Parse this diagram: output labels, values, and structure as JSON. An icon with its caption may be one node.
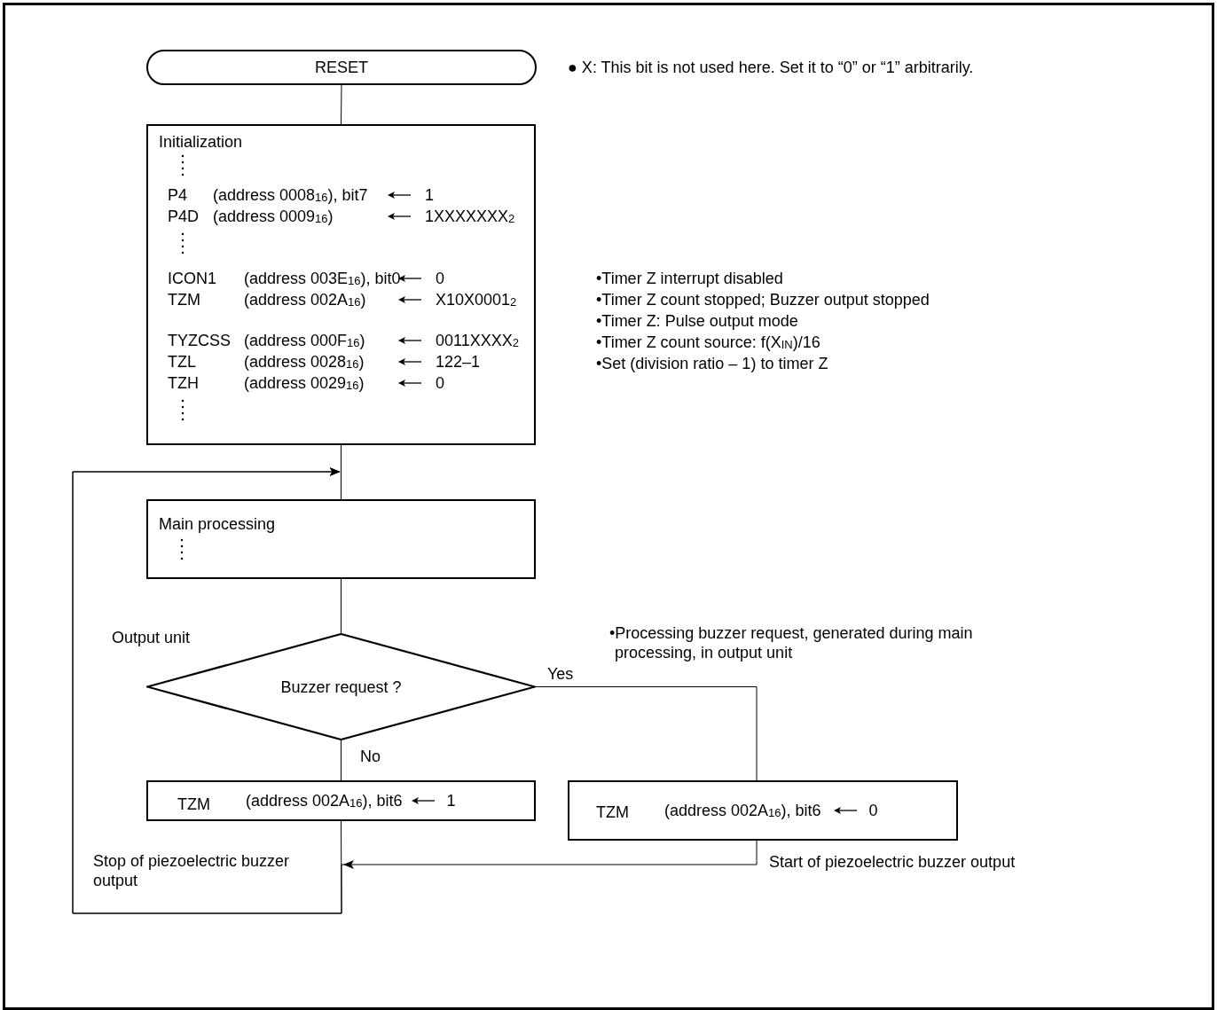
{
  "diagram": {
    "nodes": [
      {
        "text": [
          "RESET"
        ]
      },
      {
        "text": [
          "Initialization",
          "P4",
          "(address 0008$_{16}$), bit7",
          "1",
          "P4D",
          "(address 0009$_{16}$)",
          "1XXXXXXX$_{2}$",
          "ICON1",
          "(address 003E$_{16}$), bit0",
          "0",
          "TZM",
          "(address 002A$_{16}$)",
          "X10X0001$_{2}$",
          "TYZCSS",
          "(address 000F$_{16}$)",
          "0011XXXX$_{2}$",
          "TZL",
          "(address 0028$_{16}$)",
          "122–1",
          "TZH",
          "(address 0029$_{16}$)",
          "0"
        ]
      },
      {
        "text": [
          "Main processing"
        ]
      },
      {
        "text": [
          "Buzzer request ?"
        ],
        "beside": [
          "Output unit"
        ]
      },
      {
        "text": [
          "TZM",
          "(address 002A$_{16}$), bit6",
          "1"
        ],
        "beside": [
          "Stop of piezoelectric buzzer output"
        ]
      },
      {
        "text": [
          "TZM",
          "(address 002A$_{16}$), bit6",
          "0"
        ],
        "beside": [
          "Start of piezoelectric buzzer output"
        ]
      }
    ],
    "edges": [
      {
        "from": 0,
        "to": 1,
        "arrow": "none"
      },
      {
        "from": 1,
        "to": 2,
        "arrow": "none"
      },
      {
        "from": 2,
        "to": 3,
        "arrow": "none"
      },
      {
        "from": 3,
        "to": 4,
        "arrow": "none",
        "label": "No"
      },
      {
        "from": 3,
        "to": 5,
        "arrow": "none",
        "label": "Yes"
      },
      {
        "from": 4,
        "to": 2,
        "arrow": "to"
      },
      {
        "from": 5,
        "to": 2,
        "arrow": "to"
      }
    ],
    "labels": [
      "● X: This bit is not used here. Set it to “0” or “1” arbitrarily.",
      "•Timer Z interrupt disabled",
      "•Timer Z count stopped; Buzzer output stopped",
      "•Timer Z: Pulse output mode",
      "•Timer Z count source: f(X$_{IN}$)/16",
      "•Set (division ratio – 1) to timer Z",
      "•Processing buzzer request, generated during main processing, in output unit"
    ]
  }
}
